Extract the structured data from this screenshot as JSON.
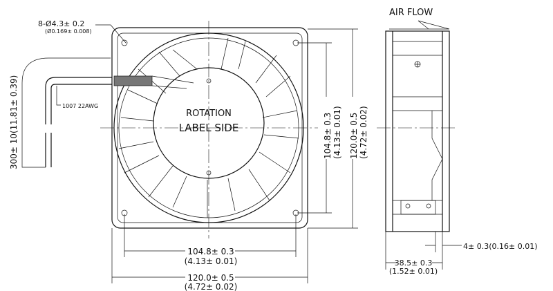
{
  "hole_spec": "8-Ø4.3± 0.2",
  "hole_spec_inch": "(Ø0.169± 0.008)",
  "wire_type": "1007 22AWG",
  "lead_length": "300± 10(11.81± 0.39)",
  "rotation_label": "ROTATION",
  "label_side": "LABEL SIDE",
  "air_flow": "AIR FLOW",
  "hole_pitch_h": "104.8± 0.3",
  "hole_pitch_h_inch": "(4.13± 0.01)",
  "width_h": "120.0± 0.5",
  "width_h_inch": "(4.72± 0.02)",
  "hole_pitch_v": "104.8± 0.3",
  "hole_pitch_v_inch": "(4.13± 0.01)",
  "width_v": "120.0± 0.5",
  "width_v_inch": "(4.72± 0.02)",
  "flange": "4± 0.3(0.16± 0.01)",
  "depth": "38.5± 0.3",
  "depth_inch": "(1.52± 0.01)"
}
